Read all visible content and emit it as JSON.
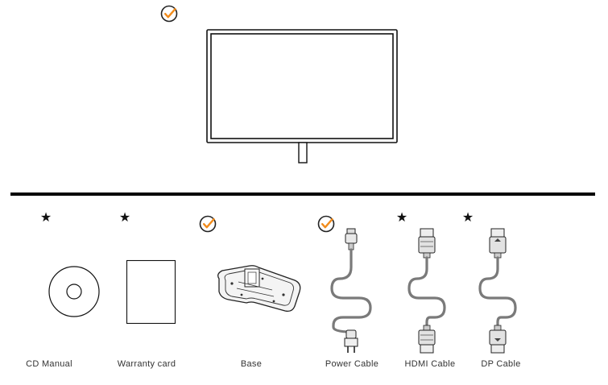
{
  "monitor": {
    "status_icon": "check-circle-icon",
    "accent_color": "#f28c1c"
  },
  "accessories": [
    {
      "id": "cd-manual",
      "caption": "CD Manual",
      "status": "star",
      "status_glyph": "★",
      "icon": "cd-disc-icon"
    },
    {
      "id": "warranty-card",
      "caption": "Warranty card",
      "status": "star",
      "status_glyph": "★",
      "icon": "warranty-card-icon"
    },
    {
      "id": "base",
      "caption": "Base",
      "status": "check",
      "icon": "monitor-base-icon"
    },
    {
      "id": "power-cable",
      "caption": "Power Cable",
      "status": "check",
      "icon": "power-cable-icon"
    },
    {
      "id": "hdmi-cable",
      "caption": "HDMI Cable",
      "status": "star",
      "status_glyph": "★",
      "icon": "hdmi-cable-icon"
    },
    {
      "id": "dp-cable",
      "caption": "DP Cable",
      "status": "star",
      "status_glyph": "★",
      "icon": "dp-cable-icon"
    }
  ],
  "colors": {
    "check_accent": "#f28c1c",
    "line": "#111111",
    "cable": "#7a7a7a"
  }
}
